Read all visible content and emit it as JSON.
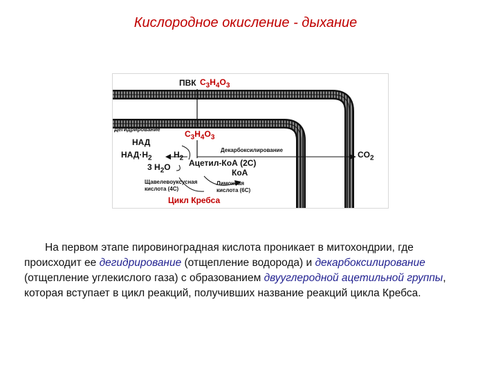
{
  "title": "Кислородное окисление - дыхание",
  "figure": {
    "pvk_label": "ПВК",
    "formula_top": {
      "c": "C",
      "c_n": "3",
      "h": "H",
      "h_n": "4",
      "o": "O",
      "o_n": "3"
    },
    "formula_mid": {
      "c": "C",
      "c_n": "3",
      "h": "H",
      "h_n": "4",
      "o": "O",
      "o_n": "3"
    },
    "dehydrogenation": "Дегидрирование",
    "nad": "НАД",
    "nad_h2": "НАД·Н",
    "h2_sub": "2",
    "h2": "Н",
    "h2_n": "2",
    "water": "3 Н",
    "water_sub": "2",
    "water_o": "О",
    "decarboxylation": "Декарбоксилирование",
    "co2": "CO",
    "co2_n": "2",
    "acetyl_coa": "Ацетил-КоА (2С)",
    "coa": "КоА",
    "oxaloacetic_1": "Щавелевоуксусная",
    "oxaloacetic_2": "кислота (4С)",
    "citric_1": "Лимонная",
    "citric_2": "кислота (6С)",
    "krebs_cycle": "Цикл Кребса"
  },
  "paragraph": {
    "part1": "На первом этапе пировиноградная кислота проникает в митохондрии, где происходит ее ",
    "term1": "дегидрирование",
    "part2": " (отщепление водорода) и ",
    "term2": "декарбоксилирование",
    "part3": " (отщепление углекислого газа) с образованием ",
    "term3": "двууглеродной ацетильной группы",
    "part4": ", которая вступает в цикл реакций, получивших название реакций цикла Кребса."
  }
}
